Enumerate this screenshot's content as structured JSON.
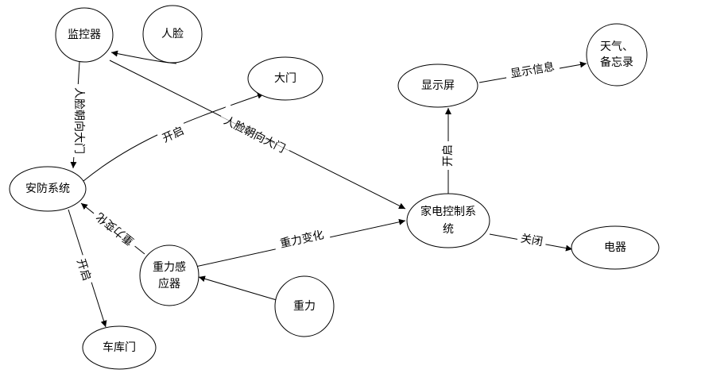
{
  "nodes": {
    "monitor": "监控器",
    "face": "人脸",
    "gate": "大门",
    "display": "显示屏",
    "weather_line1": "天气、",
    "weather_line2": "备忘录",
    "security": "安防系统",
    "home_line1": "家电控制系",
    "home_line2": "统",
    "appliance": "电器",
    "gravity_sensor_line1": "重力感",
    "gravity_sensor_line2": "应器",
    "gravity": "重力",
    "garage": "车库门"
  },
  "edges": {
    "monitor_to_security": "人脸朝向大门",
    "monitor_to_home": "人脸朝向大门",
    "security_to_gate": "开启",
    "security_to_garage": "开启",
    "sensor_to_security": "重力变化",
    "sensor_to_home": "重力变化",
    "home_to_display": "开启",
    "display_to_weather": "显示信息",
    "home_to_appliance": "关闭"
  }
}
